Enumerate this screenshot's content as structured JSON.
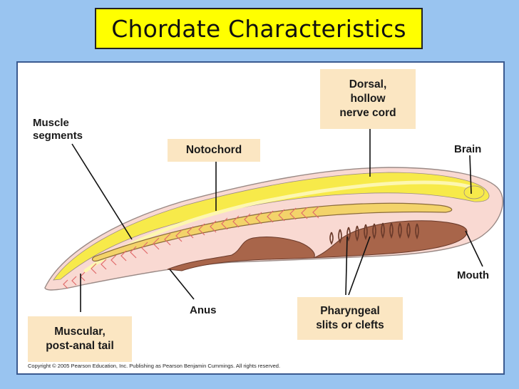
{
  "title": "Chordate Characteristics",
  "labels": {
    "dorsal_nerve_cord": [
      "Dorsal,",
      "hollow",
      "nerve cord"
    ],
    "muscle_segments": [
      "Muscle",
      "segments"
    ],
    "notochord": "Notochord",
    "brain": "Brain",
    "mouth": "Mouth",
    "anus": "Anus",
    "pharyngeal_slits": [
      "Pharyngeal",
      "slits or clefts"
    ],
    "post_anal_tail": [
      "Muscular,",
      "post-anal tail"
    ]
  },
  "copyright": "Copyright © 2005 Pearson Education, Inc. Publishing as Pearson Benjamin Cummings. All rights reserved.",
  "colors": {
    "background": "#99c4f0",
    "title_fill": "#ffff00",
    "label_box": "#fbe6c2",
    "nerve_cord": "#f7ea4a",
    "body": "#f9d9d2",
    "gut": "#a8654a",
    "muscle_marks": "#e06a6a"
  }
}
